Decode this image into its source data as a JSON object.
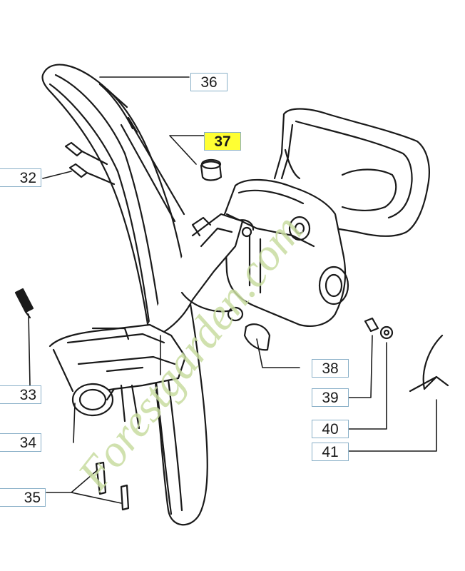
{
  "callouts": [
    {
      "id": "c36",
      "text": "36"
    },
    {
      "id": "c37",
      "text": "37",
      "highlight_color": "#ffff33"
    },
    {
      "id": "c32",
      "text": "32"
    },
    {
      "id": "c33",
      "text": "33"
    },
    {
      "id": "c34",
      "text": "34"
    },
    {
      "id": "c35",
      "text": "35"
    },
    {
      "id": "c38",
      "text": "38"
    },
    {
      "id": "c39",
      "text": "39"
    },
    {
      "id": "c40",
      "text": "40"
    },
    {
      "id": "c41",
      "text": "41"
    }
  ],
  "watermark": {
    "text": "Forestgarden.com",
    "color": "#c8dca0"
  },
  "colors": {
    "line": "#1a1a1a",
    "callout_border": "#8ab0c8",
    "highlight": "#ffff33"
  }
}
